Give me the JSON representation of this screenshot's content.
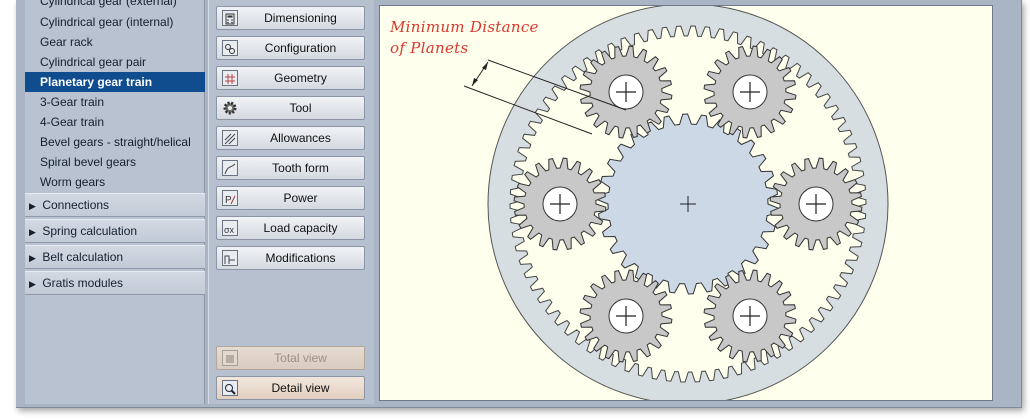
{
  "nav": {
    "items": [
      {
        "label": "Cylindrical gear (external)",
        "selected": false
      },
      {
        "label": "Cylindrical gear (internal)",
        "selected": false
      },
      {
        "label": "Gear rack",
        "selected": false
      },
      {
        "label": "Cylindrical gear pair",
        "selected": false
      },
      {
        "label": "Planetary gear train",
        "selected": true
      },
      {
        "label": "3-Gear train",
        "selected": false
      },
      {
        "label": "4-Gear train",
        "selected": false
      },
      {
        "label": "Bevel gears - straight/helical",
        "selected": false
      },
      {
        "label": "Spiral bevel gears",
        "selected": false
      },
      {
        "label": "Worm gears",
        "selected": false
      }
    ],
    "groups": [
      "Connections",
      "Spring calculation",
      "Belt calculation",
      "Gratis modules"
    ],
    "group_icon": "triangle-right-icon"
  },
  "buttons": {
    "dimensioning": "Dimensioning",
    "configuration": "Configuration",
    "geometry": "Geometry",
    "tool": "Tool",
    "allowances": "Allowances",
    "tooth_form": "Tooth form",
    "power": "Power",
    "load_capacity": "Load capacity",
    "modifications": "Modifications",
    "total_view": "Total view",
    "detail_view": "Detail view"
  },
  "drawing": {
    "annotation_line1": "Minimum Distance",
    "annotation_line2": "of Planets",
    "colors": {
      "annotation": "#d83a2e",
      "ring": "#d7dee2",
      "sun": "#ccd8e6",
      "planet": "#c8c8c8",
      "canvas": "#ffffee"
    }
  }
}
